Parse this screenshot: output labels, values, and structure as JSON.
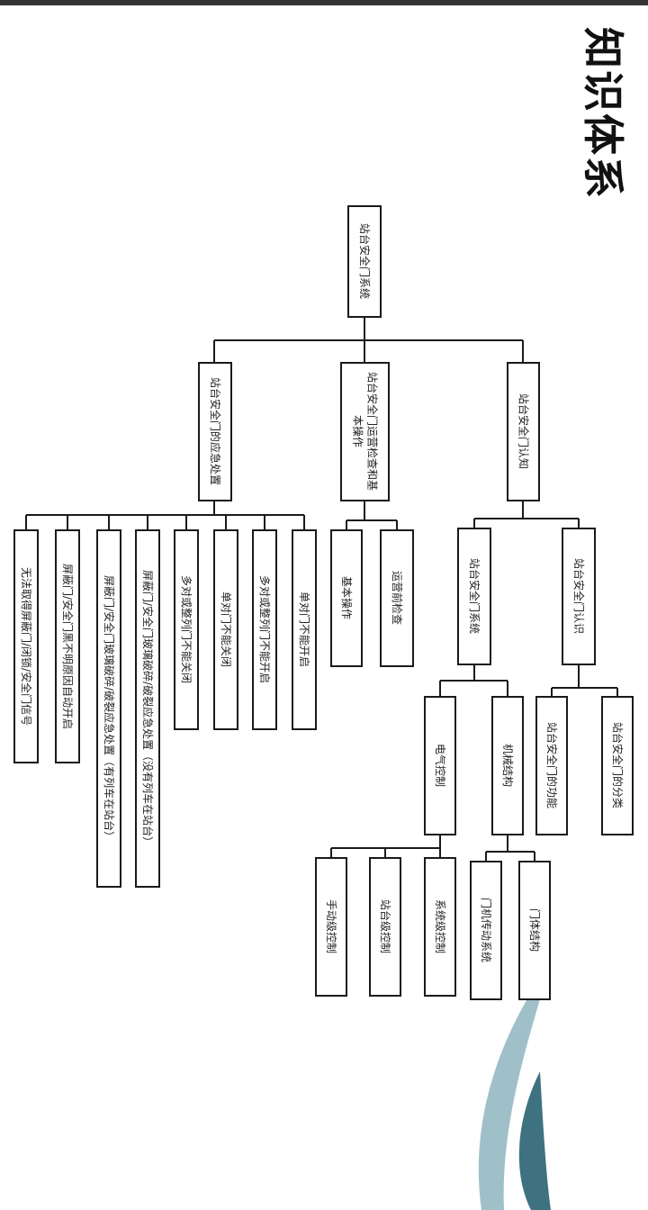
{
  "title": "知识体系",
  "colors": {
    "line": "#1a1a1a",
    "wave_light": "#9fc0c9",
    "wave_dark": "#3f7280"
  },
  "nodes": {
    "root": "站台安全门系统",
    "cog": "站台安全门认知",
    "ops": "站台安全门运营检查和基本操作",
    "emg": "站台安全门的应急处置",
    "recog": "站台安全门认识",
    "sys": "站台安全门系统",
    "daily": "运营前检查",
    "basic": "基本操作",
    "e1": "单对门不能开启",
    "e2": "多对或整列门不能开启",
    "e3": "单对门不能关闭",
    "e4": "多对或整列门不能关闭",
    "e5": "屏蔽门/安全门玻璃破碎/破裂应急处置（没有列车在站台）",
    "e6": "屏蔽门/安全门玻璃破碎/破裂应急处置（有列车在站台）",
    "e7": "屏蔽门/安全门黑不明原因自动开启",
    "e8": "无法取得屏蔽门/闭锁/安全门信号",
    "cls": "站台安全门的分类",
    "fn": "站台安全门的功能",
    "mech": "机械结构",
    "elec": "电气控制",
    "door": "门体结构",
    "drive": "门机传动系统",
    "syslvl": "系统级控制",
    "stlvl": "站台级控制",
    "manual": "手动级控制"
  }
}
